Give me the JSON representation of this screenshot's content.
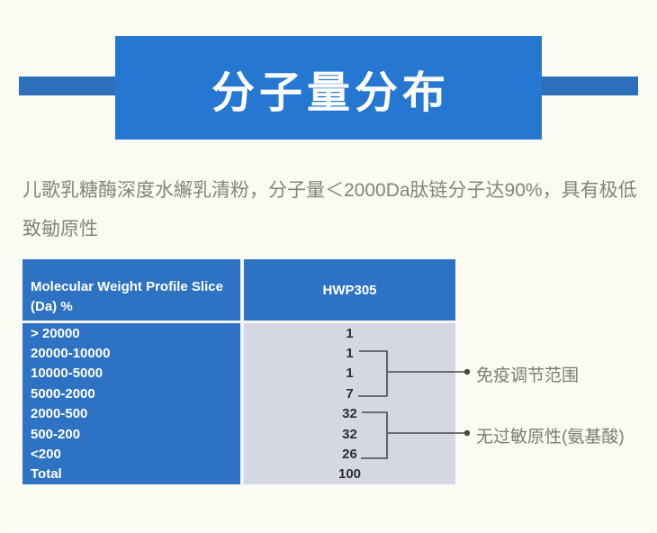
{
  "banner": {
    "title": "分子量分布"
  },
  "intro": {
    "line1": "儿歌乳糖酶深度水繲乳清粉，分子量＜2000Da肽链分子达90%，具有极低",
    "line2": "致勄原性"
  },
  "table": {
    "header": {
      "col1_line1": "Molecular Weight Profile Slice",
      "col1_line2": "(Da) %",
      "col2": "HWP305"
    },
    "rows": [
      {
        "label": "> 20000",
        "value": "1"
      },
      {
        "label": "20000-10000",
        "value": "1"
      },
      {
        "label": "10000-5000",
        "value": "1"
      },
      {
        "label": "5000-2000",
        "value": "7"
      },
      {
        "label": "2000-500",
        "value": "32"
      },
      {
        "label": "500-200",
        "value": "32"
      },
      {
        "label": "<200",
        "value": "26"
      },
      {
        "label": "Total",
        "value": "100"
      }
    ]
  },
  "annotations": [
    {
      "text": "免疫调节范围",
      "covers_rows": "20000-10000 — 5000-2000"
    },
    {
      "text": "无过敏原性(氨基酸)",
      "covers_rows": "2000-500 — <200"
    }
  ],
  "colors": {
    "background": "#FBFBF3",
    "banner_blue": "#2577D2",
    "side_bar_blue": "#2E6FBB",
    "table_blue": "#2E72C4",
    "value_column_bg": "#D5D8E3",
    "body_text_gray": "#85847C",
    "bracket_line": "#474744"
  }
}
